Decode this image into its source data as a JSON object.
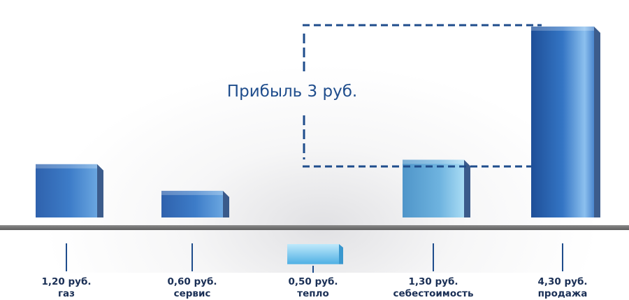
{
  "chart_data": {
    "type": "bar",
    "categories": [
      "газ",
      "сервис",
      "тепло",
      "себестоимость",
      "продажа"
    ],
    "values": [
      1.2,
      0.6,
      -0.5,
      1.3,
      4.3
    ],
    "value_labels": [
      "1,20 руб.",
      "0,60 руб.",
      "0,50 руб.",
      "1,30 руб.",
      "4,30 руб."
    ],
    "annotation": "Прибыль 3 руб.",
    "title": "",
    "xlabel": "",
    "ylabel": "",
    "grid": false,
    "colors": {
      "bar_dark": "#1f4f95",
      "bar_mid": "#3a78c4",
      "bar_light": "#8ec8ee",
      "accent": "#1f4d8c"
    }
  }
}
